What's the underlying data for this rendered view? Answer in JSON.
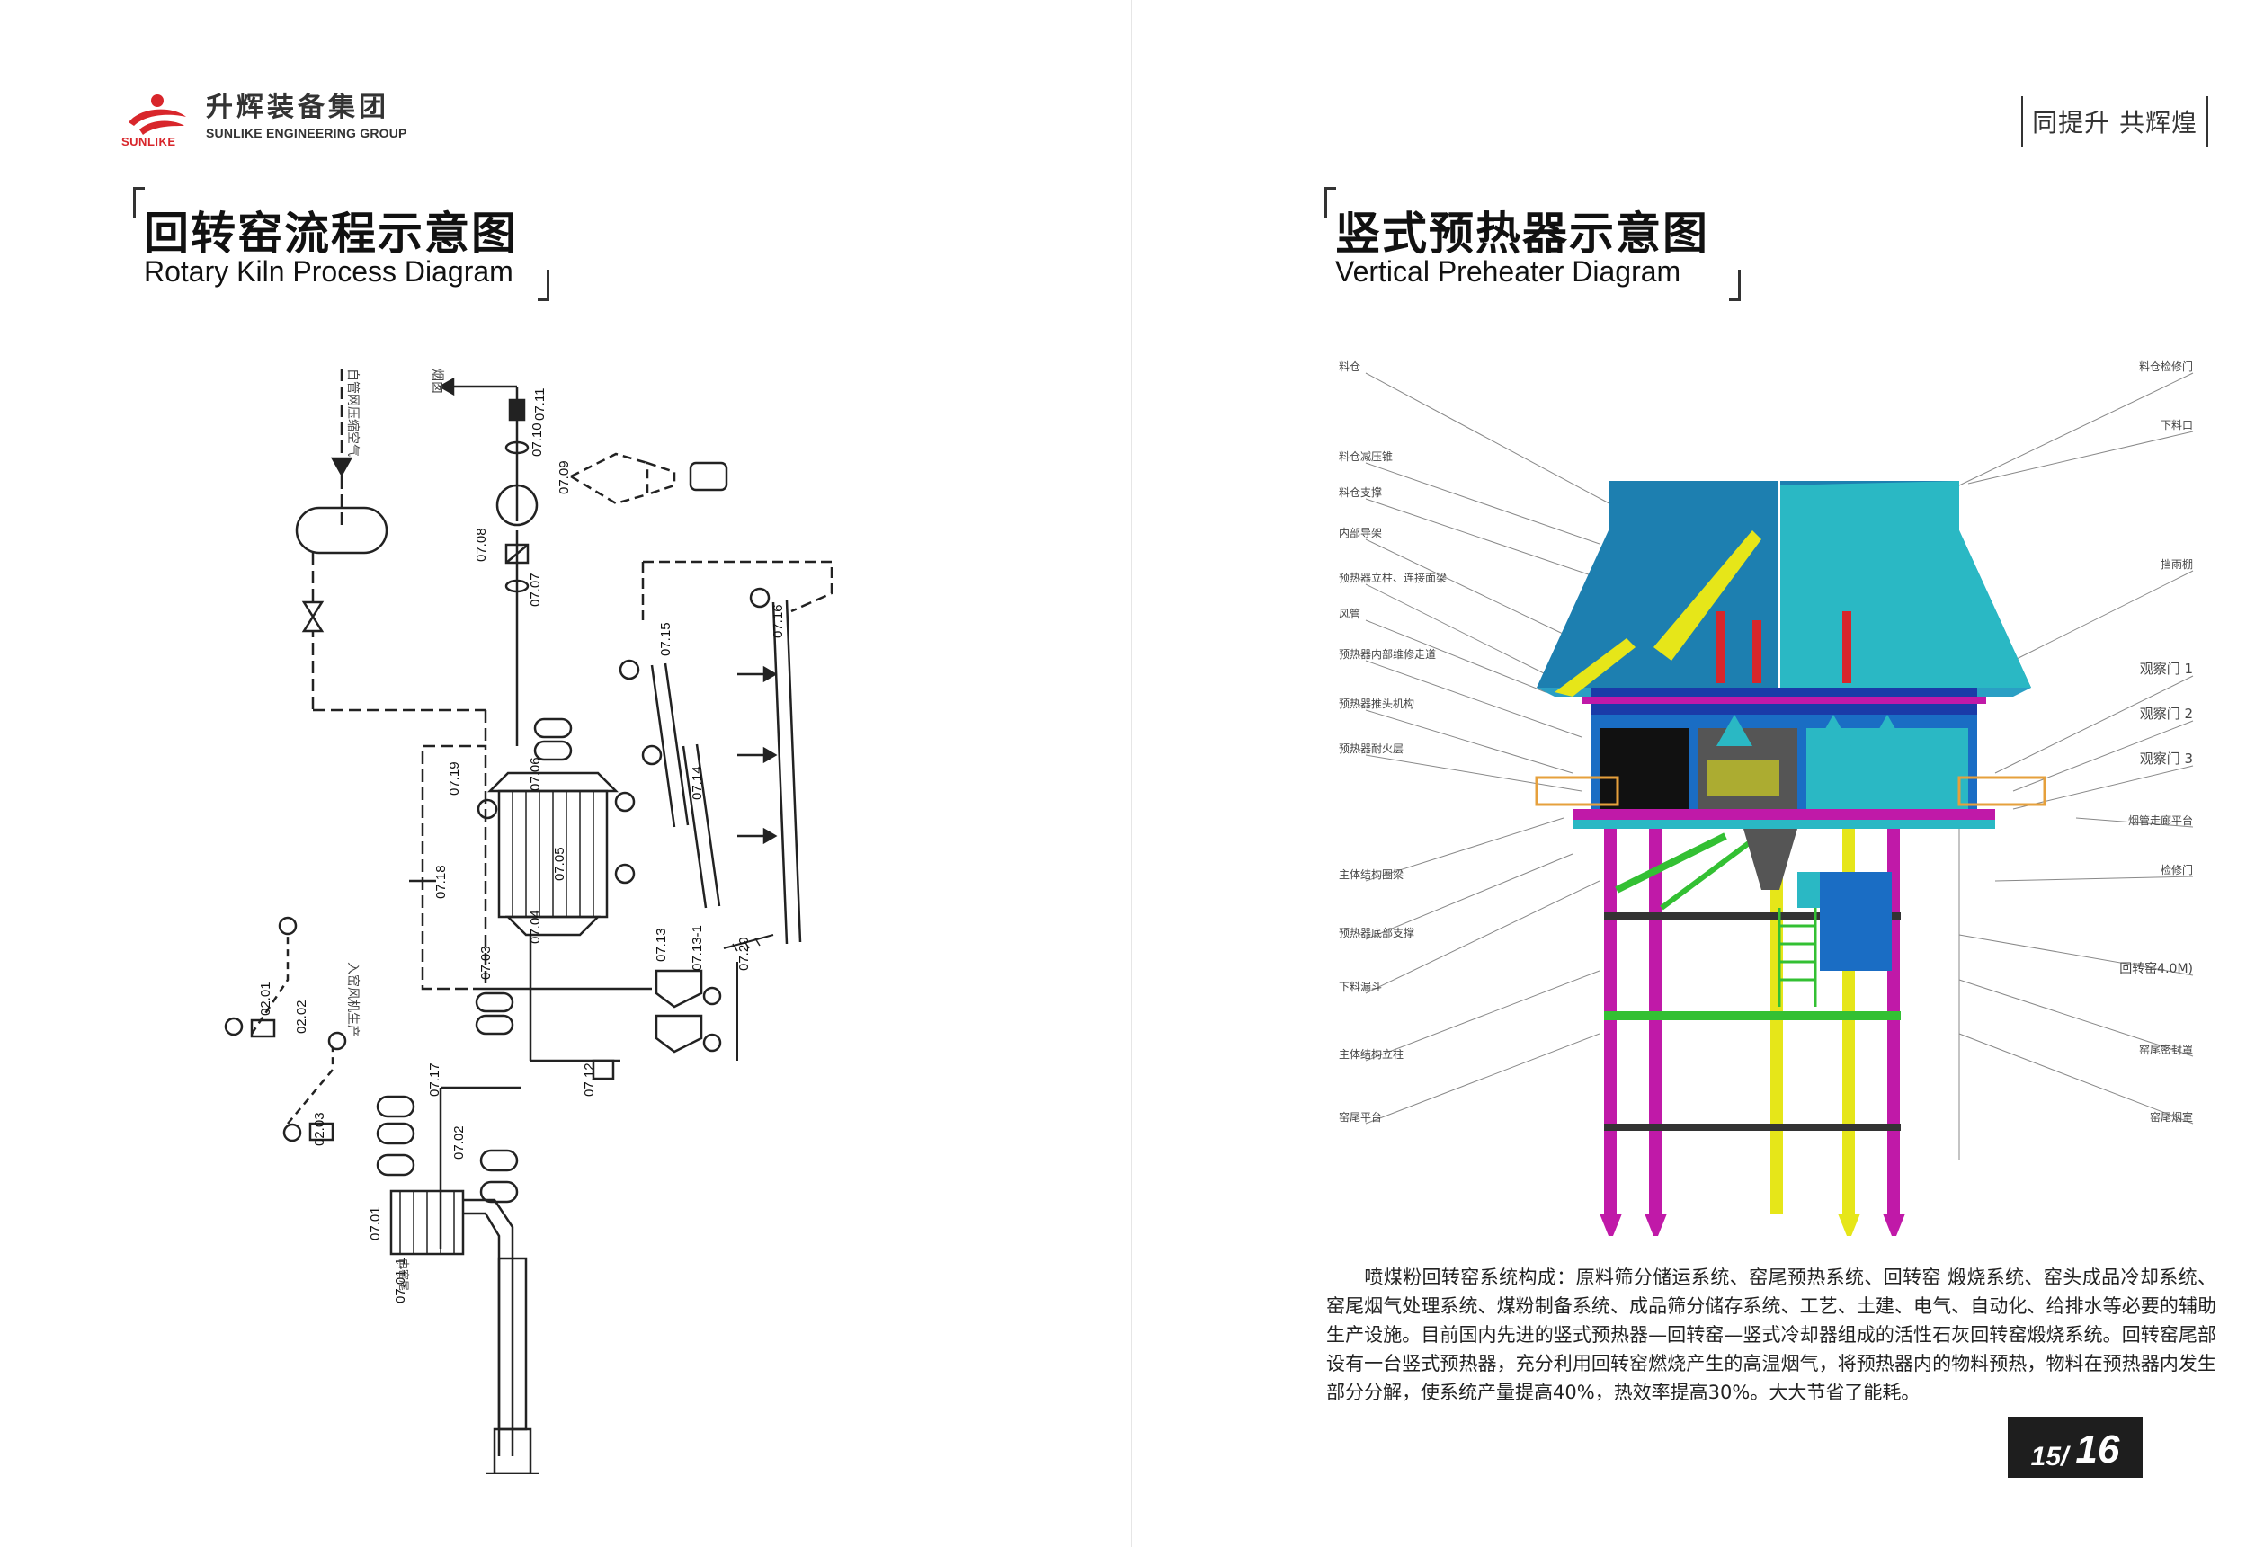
{
  "brand": {
    "name_cn": "升辉装备集团",
    "name_en": "SUNLIKE ENGINEERING GROUP",
    "logo_text": "SUNLIKE",
    "color_red": "#d8262b"
  },
  "slogan": "同提升 共辉煌",
  "left": {
    "title_cn": "回转窑流程示意图",
    "title_en": "Rotary Kiln Process Diagram",
    "diagram": {
      "text_top_vertical": "自管网压缩空气",
      "text_smoke": "烟囱",
      "text_side": "入窑风机生产",
      "text_bottom": "由窑尾",
      "labels": [
        "07.11",
        "07.10",
        "07.09",
        "07.08",
        "07.07",
        "07.06",
        "07.05",
        "07.04",
        "07.03",
        "07.19",
        "07.18",
        "07.15",
        "07.16",
        "07.14",
        "07.13",
        "07.13-1",
        "07.20",
        "07.12",
        "07.17",
        "07.02",
        "07.01",
        "07.01-1",
        "02.01",
        "02.02",
        "02.03"
      ]
    }
  },
  "right": {
    "title_cn": "竖式预热器示意图",
    "title_en": "Vertical Preheater Diagram",
    "labels_left": [
      "料仓",
      "料仓减压锥",
      "料仓支撑",
      "内部导架",
      "预热器立柱、连接面梁",
      "风管",
      "预热器内部维修走道",
      "预热器推头机构",
      "预热器耐火层",
      "主体结构圈梁",
      "预热器底部支撑",
      "下料漏斗",
      "主体结构立柱",
      "窑尾平台"
    ],
    "labels_right": [
      "料仓检修门",
      "下料口",
      "挡雨棚",
      "观察门 1",
      "观察门 2",
      "观察门 3",
      "烟管走廊平台",
      "检修门",
      "回转窑4.0M)",
      "窑尾密封罩",
      "窑尾烟室"
    ],
    "colors": {
      "blue": "#1d7fb0",
      "cyan": "#2ab8c4",
      "magenta": "#c019a8",
      "yellow": "#e6e619",
      "green": "#33c033"
    }
  },
  "paragraph": "喷煤粉回转窑系统构成：原料筛分储运系统、窑尾预热系统、回转窑 煅烧系统、窑头成品冷却系统、窑尾烟气处理系统、煤粉制备系统、成品筛分储存系统、工艺、土建、电气、自动化、给排水等必要的辅助生产设施。目前国内先进的竖式预热器—回转窑—竖式冷却器组成的活性石灰回转窑煅烧系统。回转窑尾部设有一台竖式预热器，充分利用回转窑燃烧产生的高温烟气，将预热器内的物料预热，物料在预热器内发生部分分解，使系统产量提高40%，热效率提高30%。大大节省了能耗。",
  "page_numbers": {
    "left": "15/",
    "right": "16"
  }
}
